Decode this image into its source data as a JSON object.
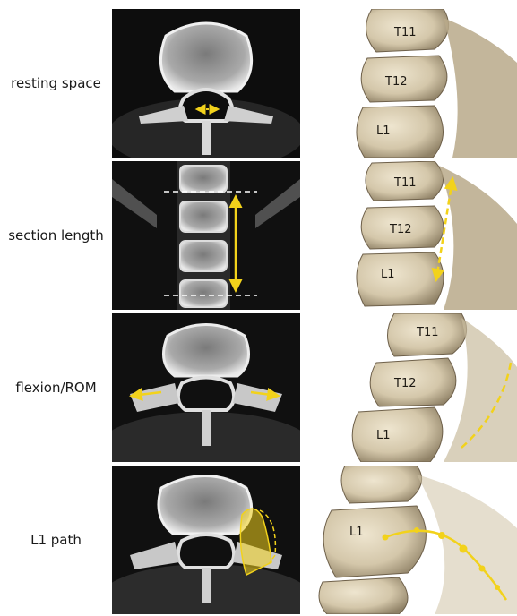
{
  "rows": [
    {
      "label": "resting space",
      "vertebrae": [
        "T11",
        "T12",
        "L1"
      ]
    },
    {
      "label": "section length",
      "vertebrae": [
        "T11",
        "T12",
        "L1"
      ]
    },
    {
      "label": "flexion/ROM",
      "vertebrae": [
        "T11",
        "T12",
        "L1"
      ]
    },
    {
      "label": "L1 path",
      "vertebrae": [
        "L1"
      ]
    }
  ],
  "colors": {
    "annotation": "#f2d21b",
    "bone": "#d9cfb8",
    "ct_background": "#0c0c0c",
    "label_text": "#1a1a1a"
  }
}
